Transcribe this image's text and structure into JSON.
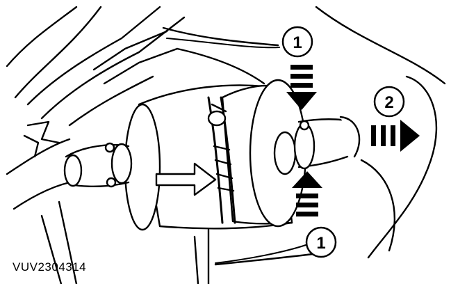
{
  "figure": {
    "reference_code": "VUV2304314",
    "callouts": [
      {
        "id": "upper",
        "label": "1"
      },
      {
        "id": "right",
        "label": "2"
      },
      {
        "id": "lower",
        "label": "1"
      }
    ]
  },
  "colors": {
    "ink": "#000000",
    "paper": "#ffffff"
  }
}
